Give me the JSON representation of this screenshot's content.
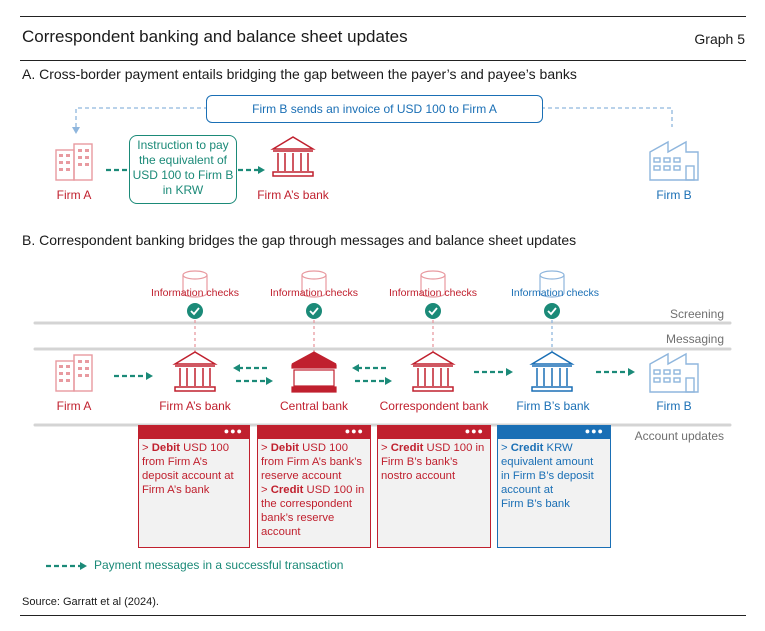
{
  "header": {
    "title": "Correspondent banking and balance sheet updates",
    "graph_label": "Graph 5"
  },
  "panel_a": {
    "heading": "A. Cross-border payment entails bridging the gap between the payer’s and payee’s banks",
    "invoice": "Firm B sends an invoice of USD 100 to Firm A",
    "instruction": [
      "Instruction to pay",
      "the equivalent of",
      "USD 100 to Firm B",
      "in KRW"
    ],
    "firm_a": "Firm A",
    "firm_a_bank": "Firm A’s bank",
    "firm_b": "Firm B"
  },
  "panel_b": {
    "heading": "B. Correspondent banking bridges the gap through messages and balance sheet updates",
    "info_checks": "Information checks",
    "rows": {
      "screening": "Screening",
      "messaging": "Messaging",
      "account_updates": "Account updates"
    },
    "nodes": {
      "firm_a": "Firm A",
      "firm_a_bank": "Firm A’s bank",
      "central_bank": "Central bank",
      "correspondent_bank": "Correspondent bank",
      "firm_b_bank": "Firm B’s bank",
      "firm_b": "Firm B"
    },
    "card_dots": "●●●",
    "cards": [
      {
        "lines": [
          {
            "prefix": "> ",
            "bold": "Debit",
            "rest": " USD 100"
          },
          {
            "prefix": "",
            "bold": "",
            "rest": "from Firm A’s"
          },
          {
            "prefix": "",
            "bold": "",
            "rest": "deposit account at"
          },
          {
            "prefix": "",
            "bold": "",
            "rest": "Firm A’s bank"
          }
        ]
      },
      {
        "lines": [
          {
            "prefix": "> ",
            "bold": "Debit",
            "rest": " USD 100"
          },
          {
            "prefix": "",
            "bold": "",
            "rest": "from Firm A’s bank’s"
          },
          {
            "prefix": "",
            "bold": "",
            "rest": "reserve account"
          },
          {
            "prefix": "> ",
            "bold": "Credit",
            "rest": " USD 100 in"
          },
          {
            "prefix": "",
            "bold": "",
            "rest": "the correspondent"
          },
          {
            "prefix": "",
            "bold": "",
            "rest": "bank’s reserve"
          },
          {
            "prefix": "",
            "bold": "",
            "rest": "account"
          }
        ]
      },
      {
        "lines": [
          {
            "prefix": "> ",
            "bold": "Credit",
            "rest": " USD 100 in"
          },
          {
            "prefix": "",
            "bold": "",
            "rest": "Firm B’s bank’s"
          },
          {
            "prefix": "",
            "bold": "",
            "rest": "nostro account"
          }
        ]
      },
      {
        "lines": [
          {
            "prefix": "> ",
            "bold": "Credit",
            "rest": " KRW"
          },
          {
            "prefix": "",
            "bold": "",
            "rest": "equivalent amount"
          },
          {
            "prefix": "",
            "bold": "",
            "rest": "in Firm B’s deposit"
          },
          {
            "prefix": "",
            "bold": "",
            "rest": "account at"
          },
          {
            "prefix": "",
            "bold": "",
            "rest": "Firm B’s bank"
          }
        ]
      }
    ],
    "legend": "Payment messages in a successful transaction"
  },
  "footer": {
    "source": "Source: Garratt et al (2024)."
  },
  "colors": {
    "red": "#c0202e",
    "pink": "#e89aa0",
    "blue": "#1a6fb5",
    "light_blue": "#8fb6dd",
    "teal": "#1b8a78",
    "grey": "#cfcfcf"
  },
  "icons": {
    "firm": "office-building-icon",
    "bank": "bank-building-icon",
    "database": "database-icon",
    "check": "check-circle-icon",
    "factory": "factory-icon"
  }
}
